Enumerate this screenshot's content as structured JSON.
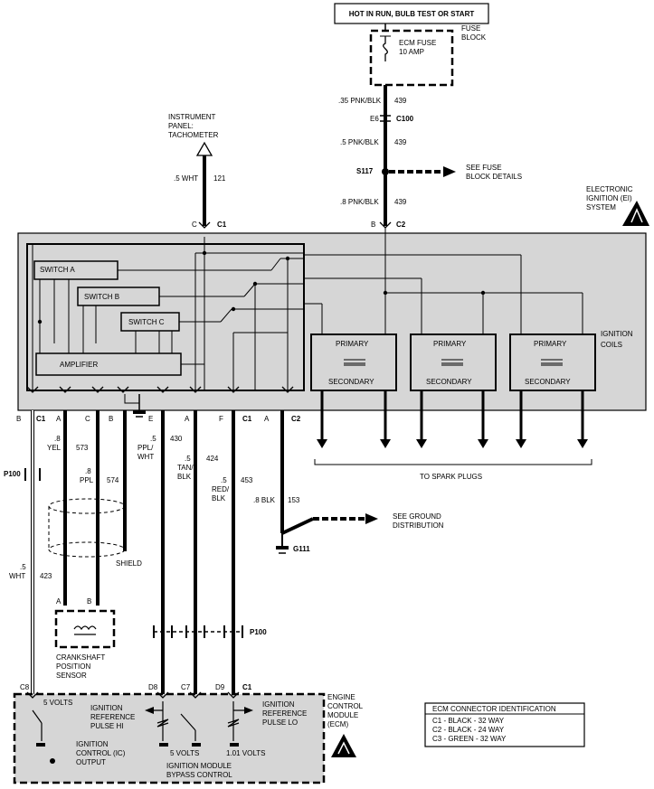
{
  "header": {
    "power": "HOT IN RUN, BULB TEST OR START"
  },
  "fuse": {
    "name": "ECM FUSE",
    "rating": "10 AMP",
    "block_label_1": "FUSE",
    "block_label_2": "BLOCK"
  },
  "feed": {
    "w1_gauge": ".35 PNK/BLK",
    "w1_circuit": "439",
    "conn_pin": "E6",
    "conn_name": "C100",
    "w2_gauge": ".5 PNK/BLK",
    "w2_circuit": "439",
    "splice": "S117",
    "fuse_details_1": "SEE FUSE",
    "fuse_details_2": "BLOCK DETAILS",
    "w3_gauge": ".8 PNK/BLK",
    "w3_circuit": "439",
    "pin": "B",
    "connector": "C2"
  },
  "tach": {
    "line1": "INSTRUMENT",
    "line2": "PANEL:",
    "line3": "TACHOMETER",
    "gauge": ".5 WHT",
    "circuit": "121",
    "pin": "C",
    "connector": "C1"
  },
  "ei": {
    "line1": "ELECTRONIC",
    "line2": "IGNITION (EI)",
    "line3": "SYSTEM"
  },
  "switches": [
    "SWITCH A",
    "SWITCH B",
    "SWITCH C"
  ],
  "amplifier": "AMPLIFIER",
  "coil": {
    "primary": "PRIMARY",
    "secondary": "SECONDARY",
    "label1": "IGNITION",
    "label2": "COILS"
  },
  "spark": "TO SPARK PLUGS",
  "pins": {
    "b_c1_pin": "B",
    "b_c1_conn": "C1",
    "a": "A",
    "c": "C",
    "b": "B",
    "e": "E",
    "a2": "A",
    "f": "F",
    "f_conn": "C1",
    "a_c2_pin": "A",
    "a_c2_conn": "C2"
  },
  "wires": {
    "yel_g": ".8",
    "yel_c": "YEL",
    "yel_n": "573",
    "ppl_g": ".8",
    "ppl_c": "PPL",
    "ppl_n": "574",
    "wht_g": ".5",
    "wht_c": "WHT",
    "wht_n": "423",
    "pplwht_g": ".5",
    "pplwht_c1": "PPL/",
    "pplwht_c2": "WHT",
    "pplwht_n": "430",
    "tanblk_g": ".5",
    "tanblk_c1": "TAN/",
    "tanblk_c2": "BLK",
    "tanblk_n": "424",
    "redblk_g": ".5",
    "redblk_c1": "RED/",
    "redblk_c2": "BLK",
    "redblk_n": "453",
    "blk_g": ".8 BLK",
    "blk_n": "153"
  },
  "shield": "SHIELD",
  "p100": "P100",
  "ground": {
    "name": "G111",
    "note1": "SEE GROUND",
    "note2": "DISTRIBUTION"
  },
  "sensor": {
    "pin_a": "A",
    "pin_b": "B",
    "line1": "CRANKSHAFT",
    "line2": "POSITION",
    "line3": "SENSOR"
  },
  "ecm": {
    "c8": "C8",
    "d8": "D8",
    "c7": "C7",
    "d9": "D9",
    "c1": "C1",
    "v5": "5 VOLTS",
    "ref_hi_1": "IGNITION",
    "ref_hi_2": "REFERENCE",
    "ref_hi_3": "PULSE HI",
    "ref_lo_1": "IGNITION",
    "ref_lo_2": "REFERENCE",
    "ref_lo_3": "PULSE LO",
    "ic_1": "IGNITION",
    "ic_2": "CONTROL (IC)",
    "ic_3": "OUTPUT",
    "v5b": "5 VOLTS",
    "v101": "1.01 VOLTS",
    "bypass_1": "IGNITION MODULE",
    "bypass_2": "BYPASS CONTROL",
    "name1": "ENGINE",
    "name2": "CONTROL",
    "name3": "MODULE",
    "name4": "(ECM)"
  },
  "ecm_id": {
    "title": "ECM CONNECTOR IDENTIFICATION",
    "rows": [
      "C1 - BLACK - 32 WAY",
      "C2 - BLACK - 24 WAY",
      "C3 - GREEN - 32 WAY"
    ]
  }
}
